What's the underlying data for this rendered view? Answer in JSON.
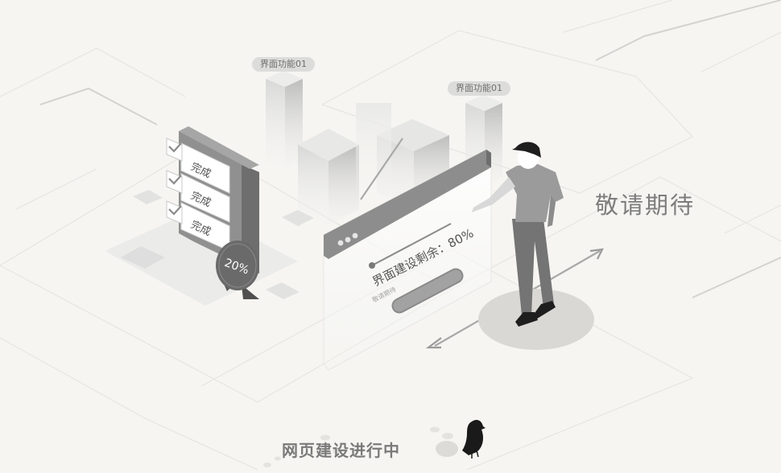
{
  "labels": {
    "pill_left": "界面功能01",
    "pill_right": "界面功能01",
    "task_1": "完成",
    "task_2": "完成",
    "task_3": "完成",
    "badge": "20%",
    "panel_title": "界面建设剩余：80%",
    "panel_subtitle": "敬请期待",
    "headline": "敬请期待",
    "footer": "网页建设进行中"
  },
  "progress": {
    "remaining_percent": 80,
    "done_percent": 20
  },
  "icons": [
    "check-icon",
    "ribbon-badge-icon",
    "window-dots-icon",
    "crow-icon",
    "person-figure"
  ],
  "colors": {
    "background": "#f6f5f2",
    "accent_gray": "#7d7d7d",
    "dark": "#1e1e1e"
  }
}
